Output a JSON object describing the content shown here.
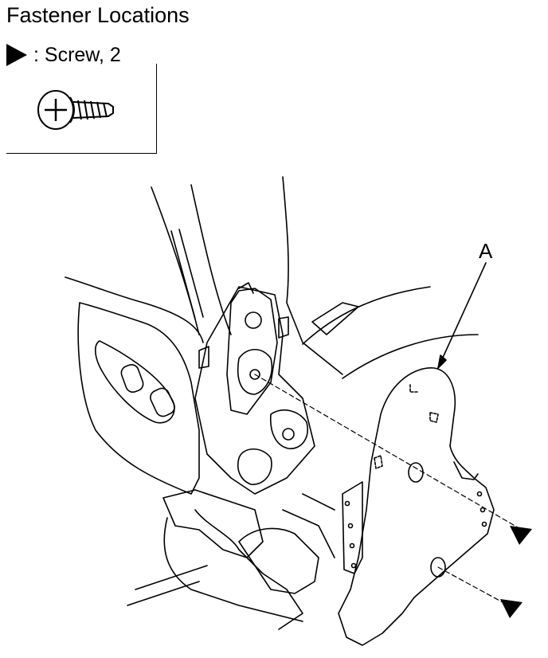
{
  "header": {
    "title": "Fastener Locations",
    "legend_marker_icon": "solid-right-triangle",
    "legend_label": ": Screw, 2"
  },
  "diagram": {
    "callout_label": "A",
    "screw_icon": "pan-head-tapping-screw",
    "fastener_marker_icon": "solid-triangle-arrowhead",
    "fastener_marker_count": 2
  }
}
